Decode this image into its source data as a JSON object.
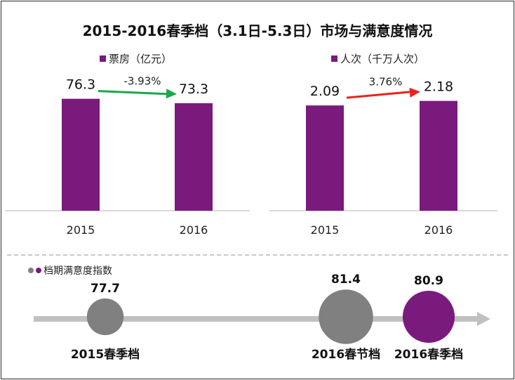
{
  "title": "2015-2016春季档（3.1日-5.3日）市场与满意度情况",
  "chart_data": [
    {
      "type": "bar",
      "legend": "票房（亿元）",
      "categories": [
        "2015",
        "2016"
      ],
      "values": [
        76.3,
        73.3
      ],
      "value_labels": [
        "76.3",
        "73.3"
      ],
      "change_label": "-3.93%",
      "ylim": [
        0,
        90
      ],
      "color": "#7b1a7d",
      "arrow_color": "#1aa84a"
    },
    {
      "type": "bar",
      "legend": "人次（千万人次）",
      "categories": [
        "2015",
        "2016"
      ],
      "values": [
        2.09,
        2.18
      ],
      "value_labels": [
        "2.09",
        "2.18"
      ],
      "change_label": "3.76%",
      "ylim": [
        0,
        2.9
      ],
      "color": "#7b1a7d",
      "arrow_color": "#e8231e"
    },
    {
      "type": "bubble",
      "legend": "档期满意度指数",
      "points": [
        {
          "label": "2015春季档",
          "value": 77.7,
          "value_label": "77.7",
          "color": "#808080"
        },
        {
          "label": "2016春节档",
          "value": 81.4,
          "value_label": "81.4",
          "color": "#808080"
        },
        {
          "label": "2016春季档",
          "value": 80.9,
          "value_label": "80.9",
          "color": "#7b1a7d"
        }
      ],
      "legend_colors": [
        "#808080",
        "#7b1a7d"
      ],
      "axis_color": "#c0c0c0"
    }
  ]
}
